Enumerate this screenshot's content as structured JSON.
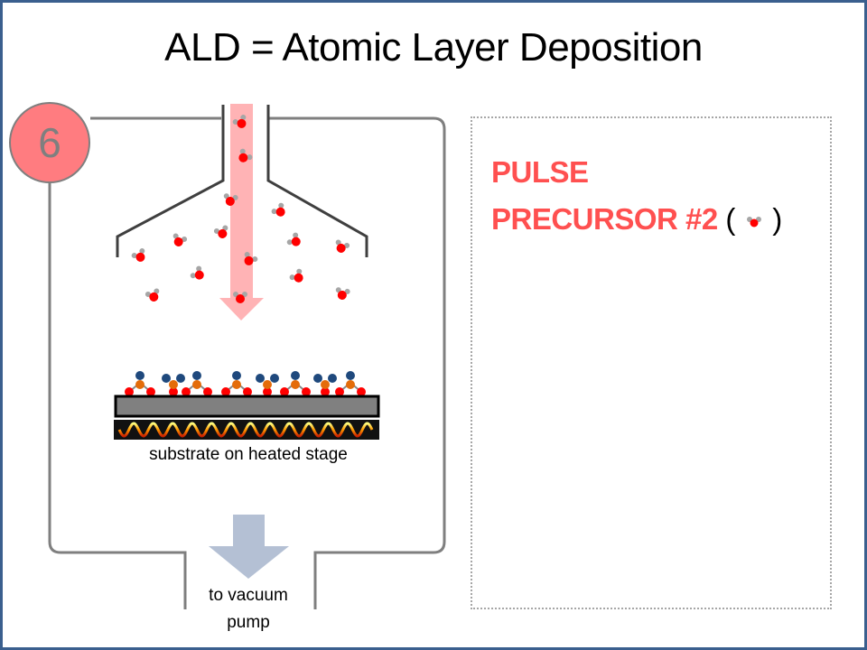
{
  "slide": {
    "title": "ALD = Atomic Layer Deposition",
    "step_number": "6",
    "colors": {
      "frame": "#3a5f8e",
      "step_circle_fill": "#ff7c80",
      "chamber_wall": "#7f7f7f",
      "showerhead": "#3f3f3f",
      "flow_arrow": "#ffb3b5",
      "pump_arrow": "#b4c0d4",
      "oxygen_atom": "#ff0000",
      "hydrogen_atom": "#a6a6a6",
      "metal_atom": "#e46c0a",
      "ligand_atom": "#1f497d",
      "substrate": "#808080",
      "heading": "#ff5050"
    }
  },
  "diagram": {
    "substrate_caption": "substrate on heated stage",
    "pump_caption_line1": "to vacuum",
    "pump_caption_line2": "pump",
    "gas_molecule": "water-molecule",
    "surface_species_count": 10
  },
  "panel": {
    "line1": "PULSE",
    "line2": "PRECURSOR #2",
    "paren_open": "(",
    "paren_close": ")",
    "molecule_icon": "water-molecule-icon"
  }
}
